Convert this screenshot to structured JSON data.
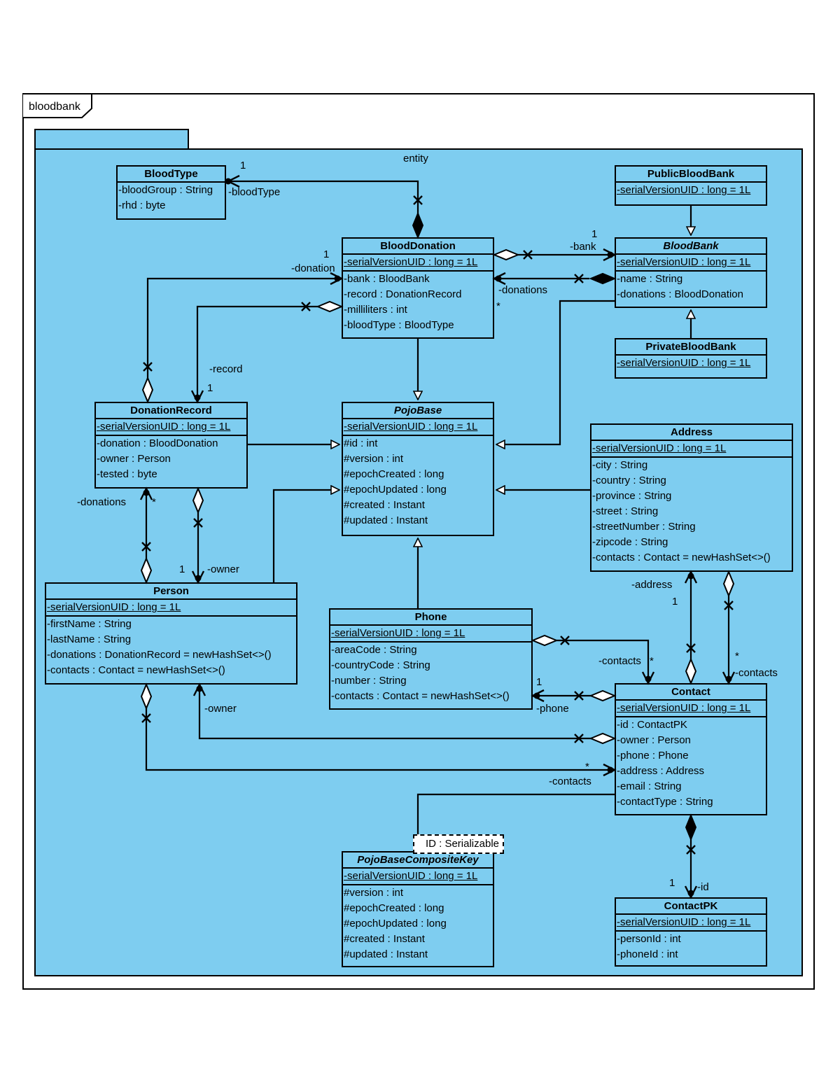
{
  "frame": {
    "label": "bloodbank"
  },
  "package": {
    "label": "entity"
  },
  "classes": {
    "bloodType": {
      "name": "BloodType",
      "attributes": [
        "-bloodGroup : String",
        "-rhd : byte"
      ]
    },
    "bloodDonation": {
      "name": "BloodDonation",
      "static": [
        "-serialVersionUID : long = 1L"
      ],
      "attributes": [
        "-bank : BloodBank",
        "-record : DonationRecord",
        "-milliliters : int",
        "-bloodType : BloodType"
      ]
    },
    "publicBloodBank": {
      "name": "PublicBloodBank",
      "static": [
        "-serialVersionUID : long = 1L"
      ]
    },
    "bloodBank": {
      "name": "BloodBank",
      "static": [
        "-serialVersionUID : long = 1L"
      ],
      "attributes": [
        "-name : String",
        "-donations : BloodDonation"
      ]
    },
    "privateBloodBank": {
      "name": "PrivateBloodBank",
      "static": [
        "-serialVersionUID : long = 1L"
      ]
    },
    "donationRecord": {
      "name": "DonationRecord",
      "static": [
        "-serialVersionUID : long = 1L"
      ],
      "attributes": [
        "-donation : BloodDonation",
        "-owner : Person",
        "-tested : byte"
      ]
    },
    "pojoBase": {
      "name": "PojoBase",
      "static": [
        "-serialVersionUID : long = 1L"
      ],
      "attributes": [
        "#id : int",
        "#version : int",
        "#epochCreated : long",
        "#epochUpdated : long",
        "#created : Instant",
        "#updated : Instant"
      ]
    },
    "address": {
      "name": "Address",
      "static": [
        "-serialVersionUID : long = 1L"
      ],
      "attributes": [
        "-city : String",
        "-country : String",
        "-province : String",
        "-street : String",
        "-streetNumber : String",
        "-zipcode : String",
        "-contacts : Contact = newHashSet<>()"
      ]
    },
    "person": {
      "name": "Person",
      "static": [
        "-serialVersionUID : long = 1L"
      ],
      "attributes": [
        "-firstName : String",
        "-lastName : String",
        "-donations : DonationRecord = newHashSet<>()",
        "-contacts : Contact = newHashSet<>()"
      ]
    },
    "phone": {
      "name": "Phone",
      "static": [
        "-serialVersionUID : long = 1L"
      ],
      "attributes": [
        "-areaCode : String",
        "-countryCode : String",
        "-number : String",
        "-contacts : Contact = newHashSet<>()"
      ]
    },
    "contact": {
      "name": "Contact",
      "static": [
        "-serialVersionUID : long = 1L"
      ],
      "attributes": [
        "-id : ContactPK",
        "-owner : Person",
        "-phone : Phone",
        "-address : Address",
        "-email : String",
        "-contactType : String"
      ]
    },
    "pojoBaseCompositeKey": {
      "name": "PojoBaseCompositeKey",
      "static": [
        "-serialVersionUID : long = 1L"
      ],
      "attributes": [
        "#version : int",
        "#epochCreated : long",
        "#epochUpdated : long",
        "#created : Instant",
        "#updated : Instant"
      ]
    },
    "contactPK": {
      "name": "ContactPK",
      "static": [
        "-serialVersionUID : long = 1L"
      ],
      "attributes": [
        "-personId : int",
        "-phoneId : int"
      ]
    }
  },
  "templateParam": "ID : Serializable",
  "labels": {
    "bt_mult": "1",
    "bt_role": "-bloodType",
    "bank_mult": "1",
    "bank_role": "-bank",
    "don_mult": "1",
    "don_role": "-donation",
    "dons_role": "-donations",
    "dons_mult": "*",
    "rec_role": "-record",
    "rec_mult": "1",
    "pdon_role": "-donations",
    "pdon_mult": "*",
    "own_mult": "1",
    "own_role": "-owner",
    "addr_role": "-address",
    "addr_mult": "1",
    "addrc_mult": "*",
    "addrc_role": "-contacts",
    "phc_role": "-contacts",
    "phc_mult": "*",
    "ph_mult": "1",
    "ph_role": "-phone",
    "cown_role": "-owner",
    "pc_mult": "*",
    "pc_role": "-contacts",
    "id_mult": "1",
    "id_role": "-id"
  }
}
